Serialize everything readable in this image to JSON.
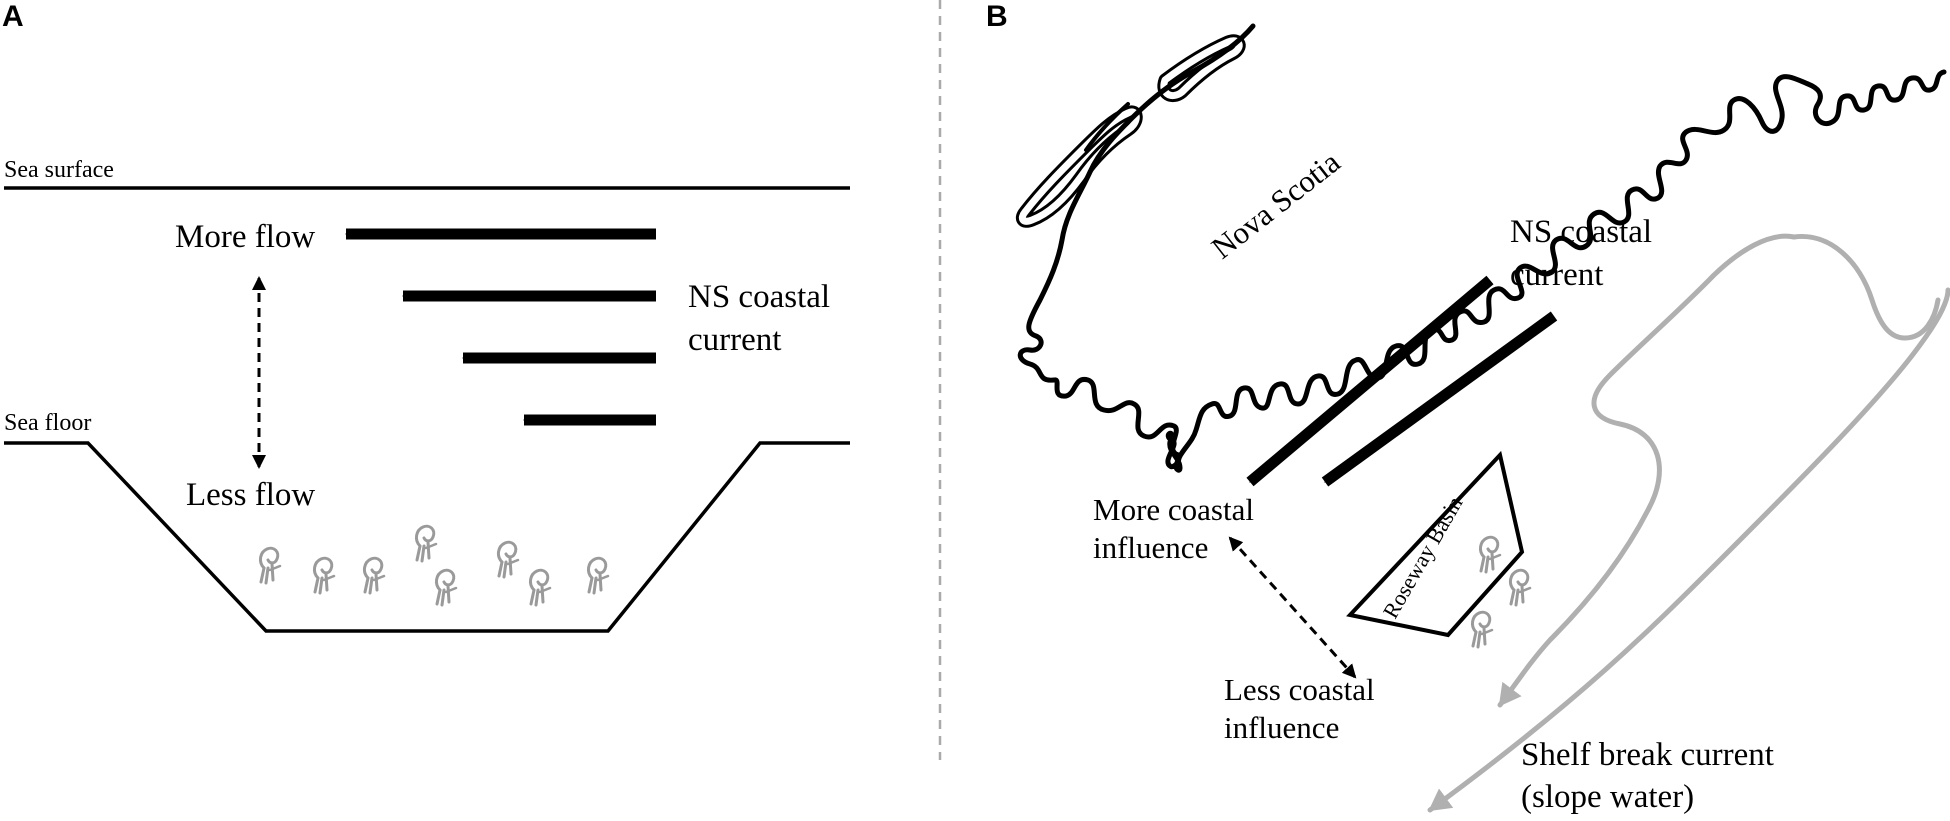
{
  "panel_a": {
    "letter": "A",
    "sea_surface": "Sea surface",
    "sea_floor": "Sea floor",
    "more_flow": "More flow",
    "less_flow": "Less flow",
    "current_label": [
      "NS coastal",
      "current"
    ]
  },
  "panel_b": {
    "letter": "B",
    "region_label": "Nova Scotia",
    "current_label": [
      "NS coastal",
      "current"
    ],
    "more_influence": [
      "More coastal",
      "influence"
    ],
    "less_influence": [
      "Less coastal",
      "influence"
    ],
    "basin_label": "Roseway Basin",
    "shelf_label": [
      "Shelf break current",
      "(slope water)"
    ]
  },
  "colors": {
    "ink": "#000000",
    "divider": "#aaaaaa",
    "shelf_current": "#b0b0b0",
    "coral": "#9a9a9a"
  }
}
